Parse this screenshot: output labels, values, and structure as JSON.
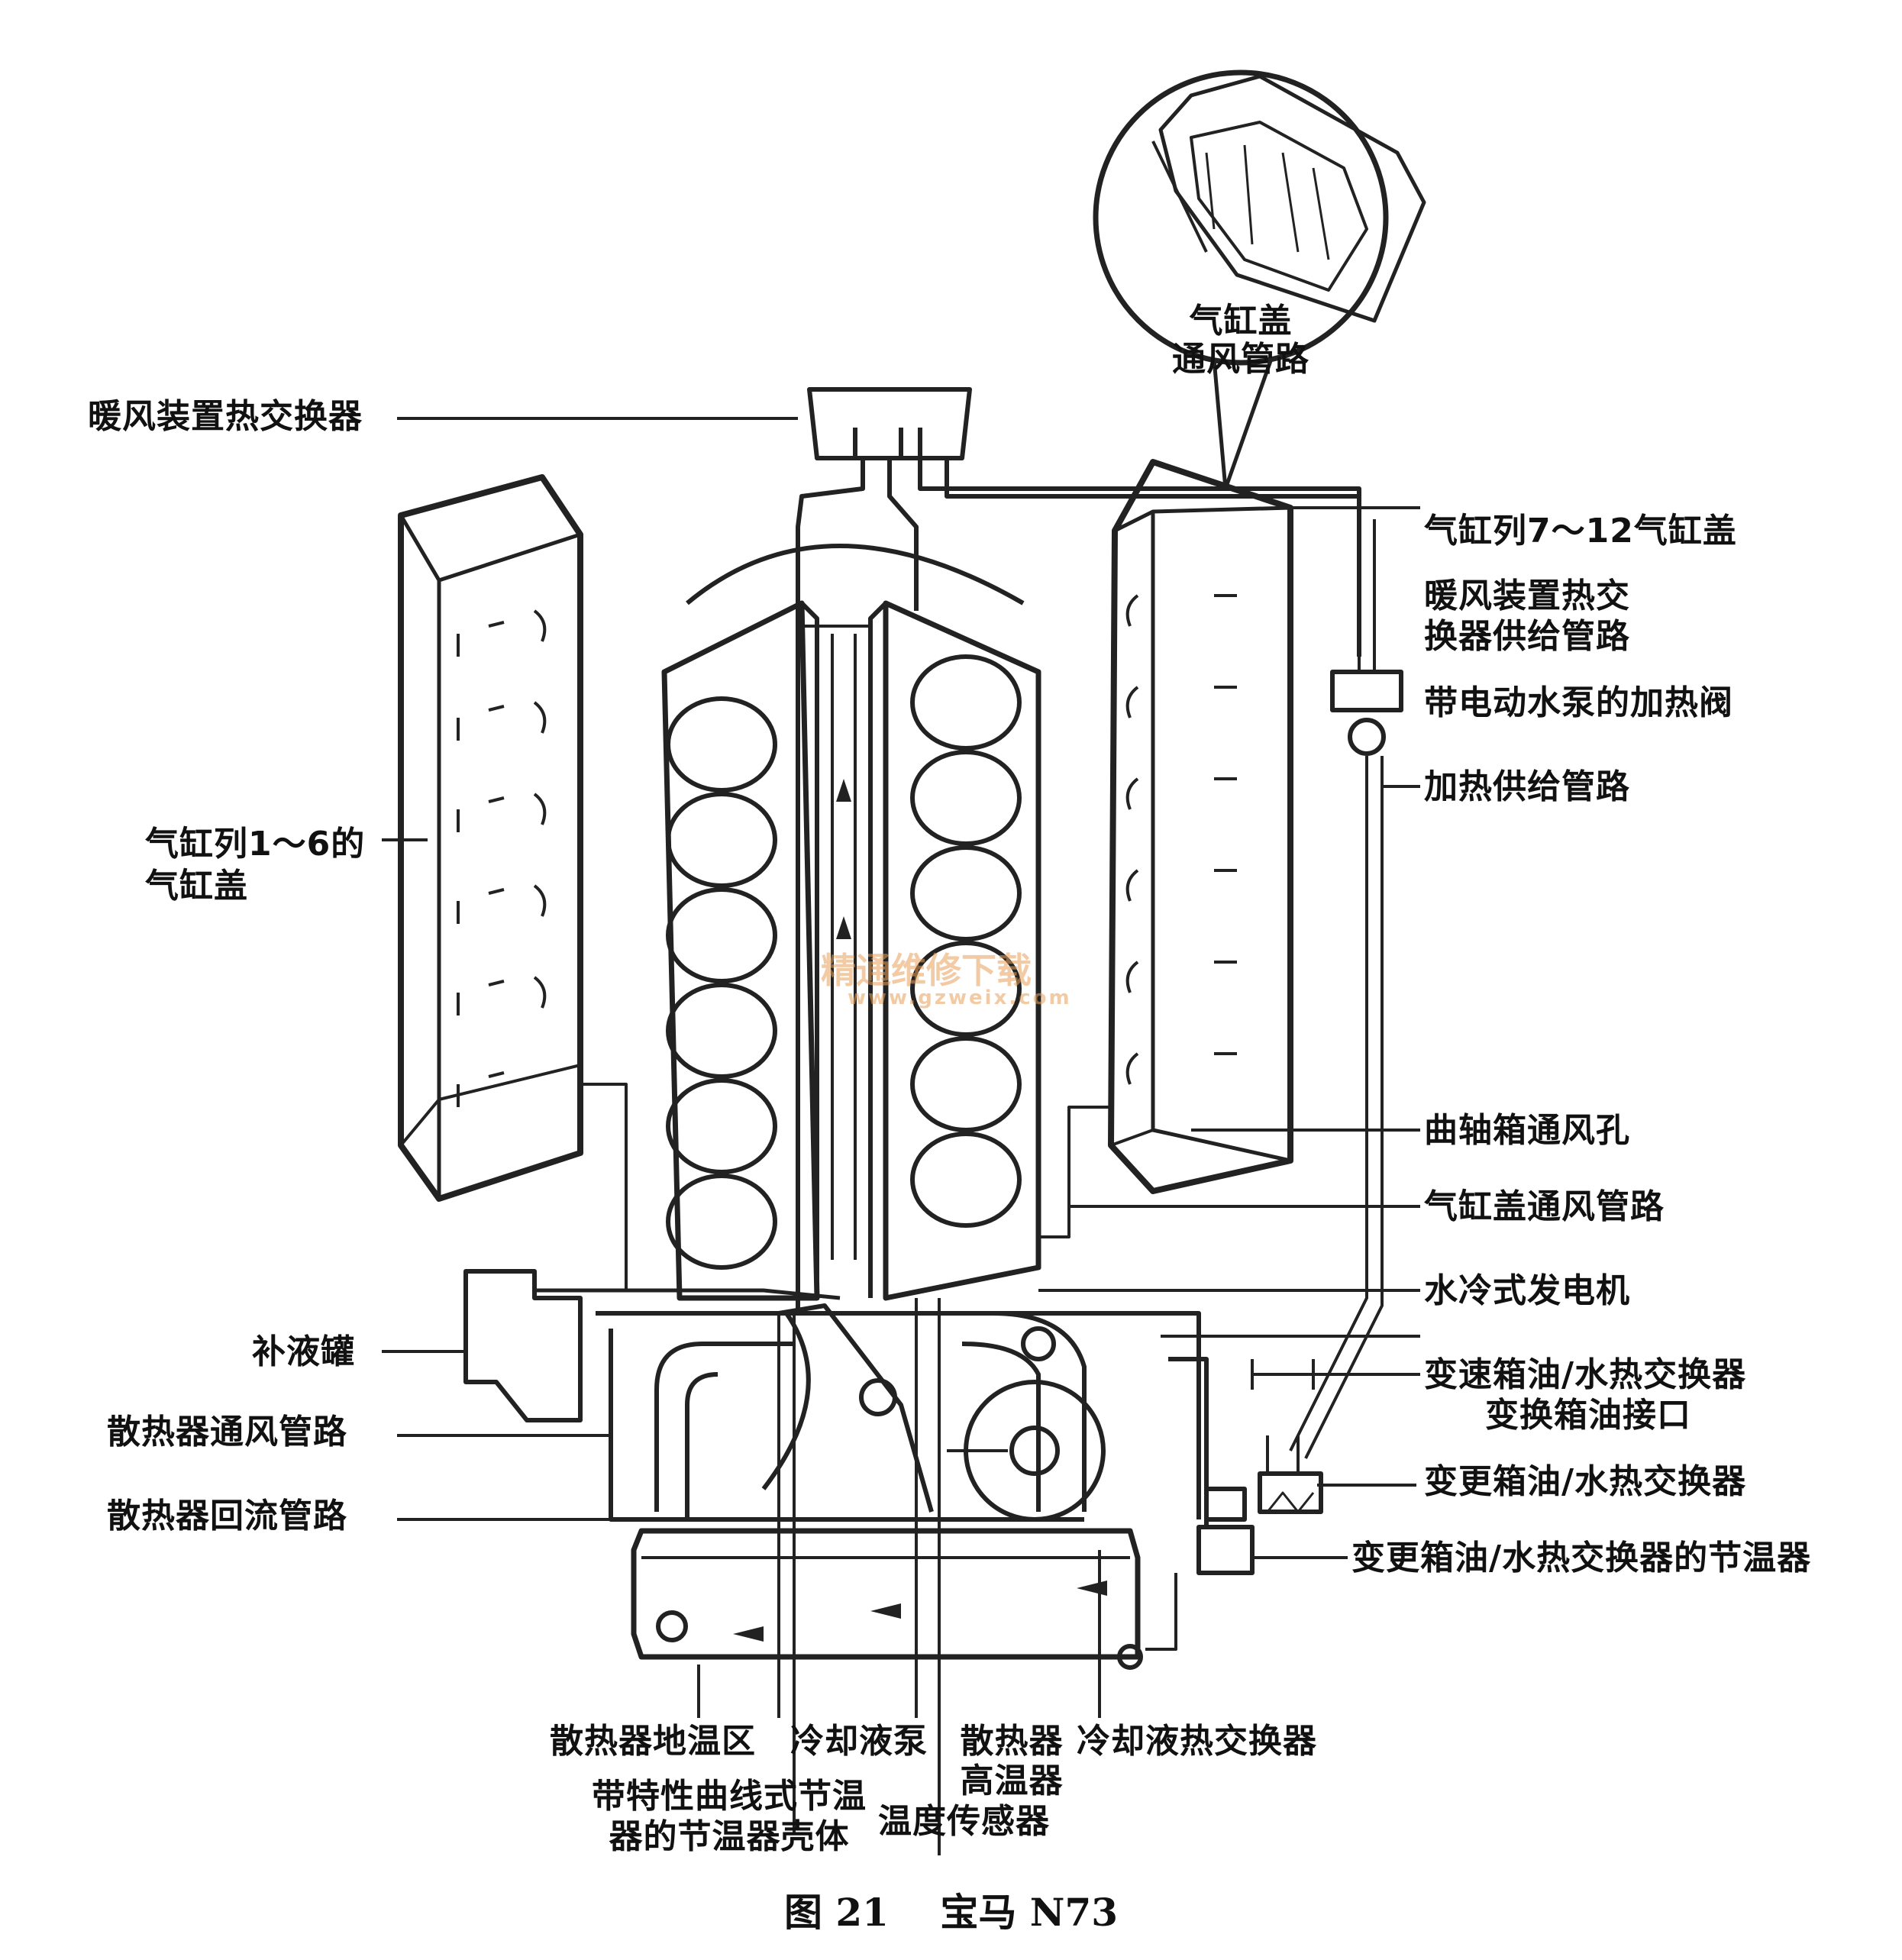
{
  "labels": {
    "heater_exchanger": "暖风装置热交换器",
    "valve_cover_vent_line_inset_1": "气缸盖",
    "valve_cover_vent_line_inset_2": "通风管路",
    "bank2_head": "气缸列7～12气缸盖",
    "heater_supply_line_1": "暖风装置热交",
    "heater_supply_line_2": "换器供给管路",
    "heater_valve_pump": "带电动水泵的加热阀",
    "heating_supply_line": "加热供给管路",
    "bank1_head_1": "气缸列1～6的",
    "bank1_head_2": "气缸盖",
    "crankcase_vent": "曲轴箱通风孔",
    "head_vent_line": "气缸盖通风管路",
    "water_cooled_alternator": "水冷式发电机",
    "expansion_tank": "补液罐",
    "radiator_vent_line": "散热器通风管路",
    "radiator_return_line": "散热器回流管路",
    "trans_oil_exchanger_port_1": "变速箱油/水热交换器",
    "trans_oil_exchanger_port_2": "变换箱油接口",
    "trans_oil_exchanger": "变更箱油/水热交换器",
    "trans_oil_thermostat": "变更箱油/水热交换器的节温器",
    "radiator_low_temp": "散热器地温区",
    "coolant_pump": "冷却液泵",
    "radiator_high_temp_1": "散热器",
    "radiator_high_temp_2": "高温器",
    "coolant_heat_exchanger": "冷却液热交换器",
    "thermostat_housing_1": "带特性曲线式节温",
    "thermostat_housing_2": "器的节温器壳体",
    "temp_sensor": "温度传感器"
  },
  "watermark": {
    "line1": "精通维修下载",
    "line2": "www.gzweix.com"
  },
  "caption": "图 21　 宝马 N73"
}
